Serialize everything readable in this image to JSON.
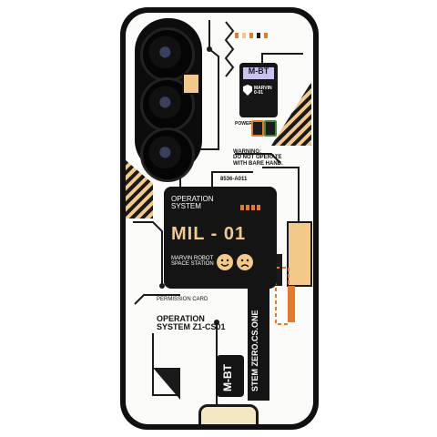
{
  "labels": {
    "mbt_top": "M-BT",
    "marvin_small": "MARVIN\n0-01",
    "power": "POWER",
    "warning": "WARNING:\nDO NOT OPERATE\nWITH BARE HAND.",
    "serial": "8536-A011",
    "operation_system": "OPERATION\nSYSTEM",
    "mil": "MIL - 01",
    "marvin_robot": "MARVIN ROBOT\nSPACE STATION",
    "permission": "PERMISSION CARD",
    "op_system_code": "OPERATION\nSYSTEM Z1-CS01",
    "stem": "STEM ZERO.CS.ONE",
    "mbt_bottom": "M-BT"
  },
  "colors": {
    "accent_orange": "#e8782a",
    "accent_cream": "#f3c98a",
    "panel_dark": "#141414",
    "label_purple": "#c7c2ef"
  }
}
